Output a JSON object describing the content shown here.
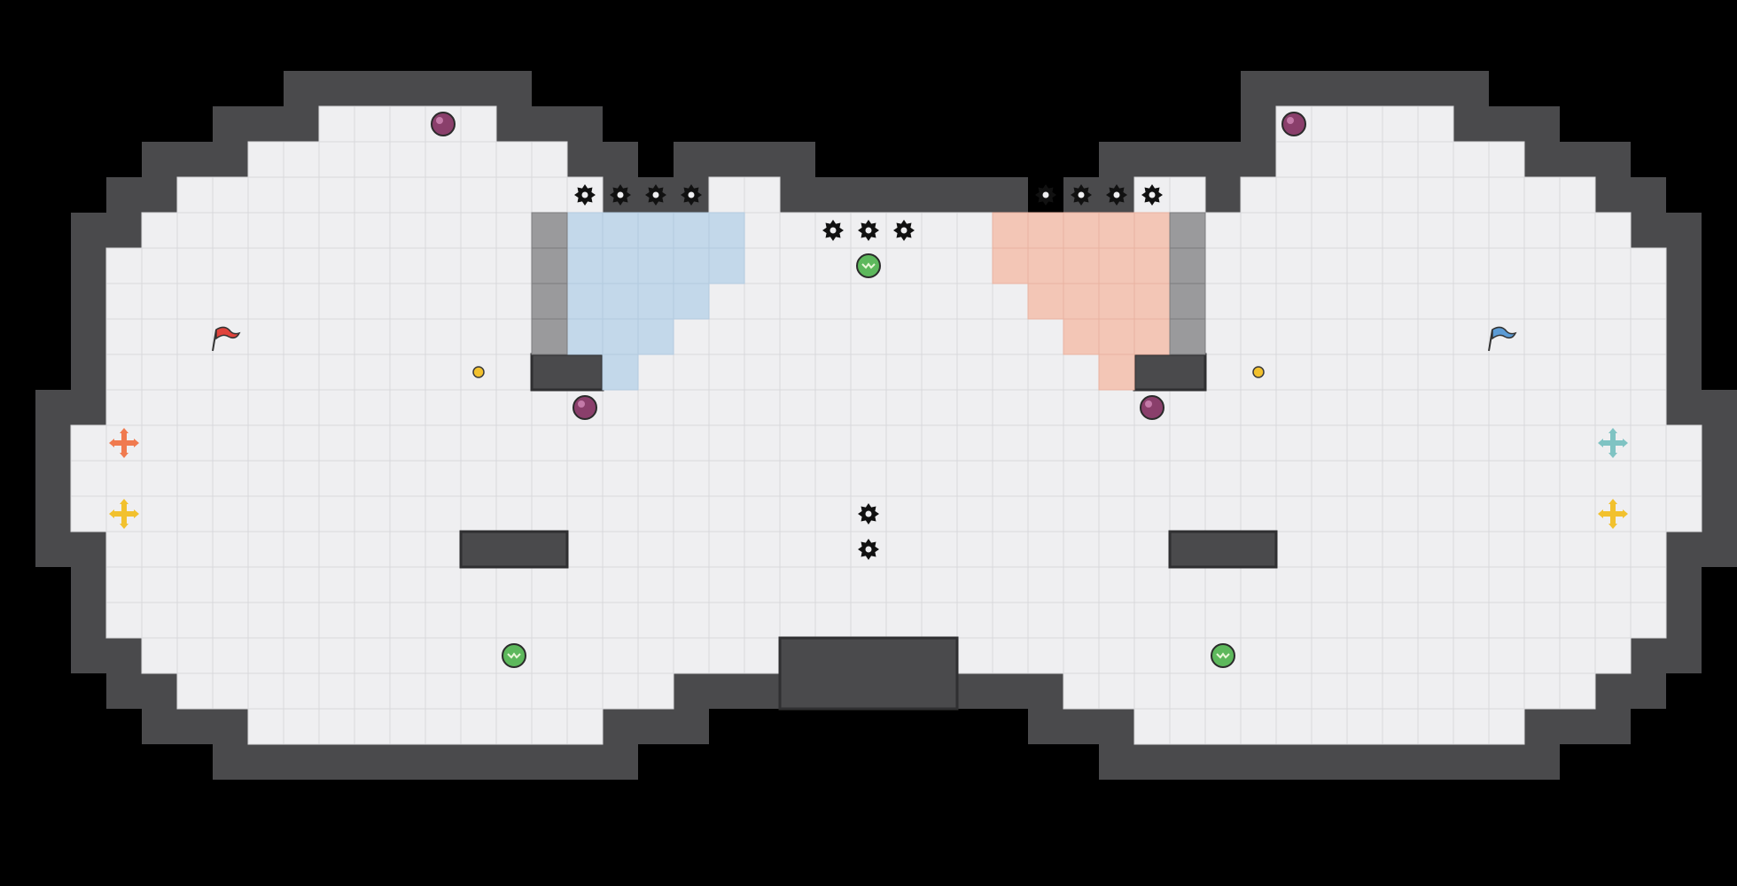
{
  "colors": {
    "background": "#000000",
    "wall": "#4a4a4c",
    "wall_dark": "#2f2f31",
    "floor": "#efeff1",
    "floor_grid": "#d9d9dc",
    "red_team_zone": "#f3c6b6",
    "blue_team_zone": "#c3d8ea",
    "grate": "#9a9a9c",
    "red": "#e0433c",
    "blue": "#5b9bd5",
    "yellow": "#f2c12e",
    "teal": "#7fc3c3",
    "orange": "#f07a4f",
    "bomb": "#8a3f6b",
    "boost": "#5db85c"
  },
  "map": {
    "flags": [
      {
        "team": "red",
        "icon": "red-flag-icon"
      },
      {
        "team": "blue",
        "icon": "blue-flag-icon"
      }
    ],
    "spawn_markers": [
      {
        "icon": "red-spawn-icon",
        "color": "orange"
      },
      {
        "icon": "yellow-spawn-icon",
        "color": "yellow"
      },
      {
        "icon": "blue-spawn-icon",
        "color": "teal"
      },
      {
        "icon": "yellow-spawn-icon",
        "color": "yellow"
      }
    ],
    "bombs": 4,
    "speed_boosts": 3,
    "powerup_tokens": 2,
    "spike_rows": [
      "top-left",
      "top-middle",
      "top-right",
      "center"
    ]
  }
}
